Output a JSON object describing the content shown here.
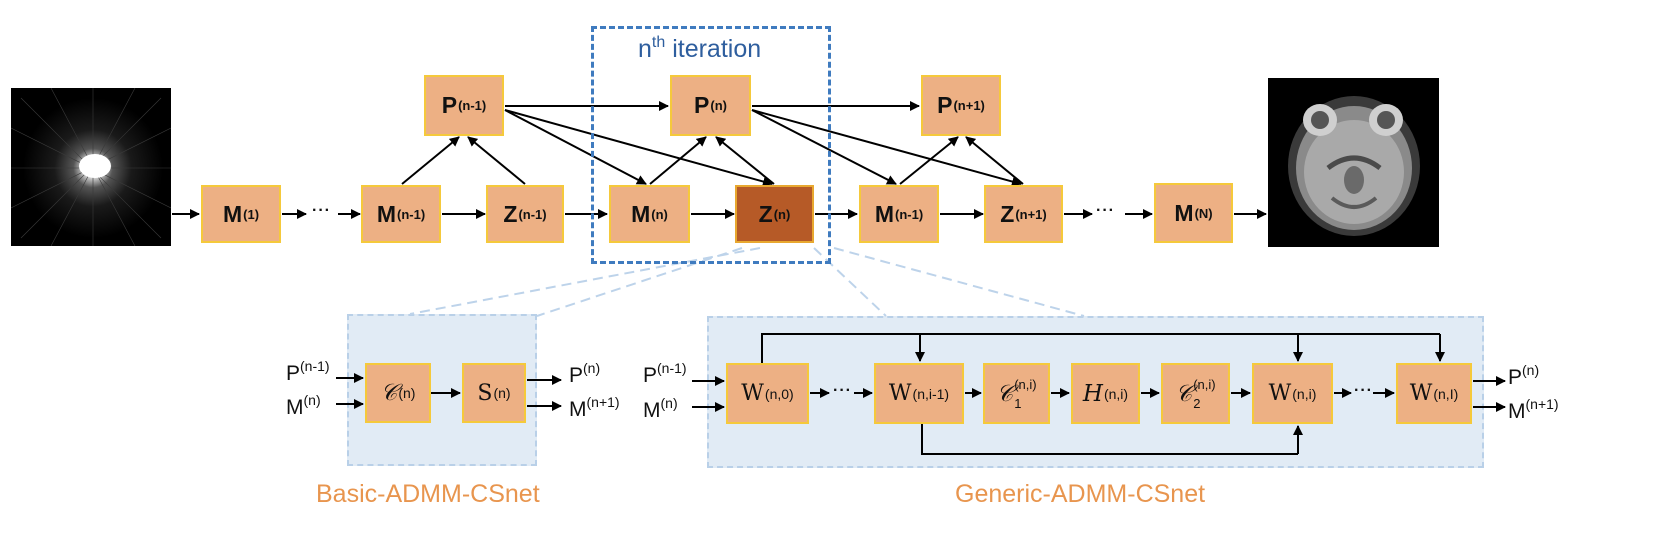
{
  "iteration": {
    "label": "iteration",
    "label_sup": "th",
    "label_pre": "n"
  },
  "top": {
    "boxes": [
      {
        "id": "m1",
        "base": "M",
        "sup": "(1)"
      },
      {
        "id": "mn1",
        "base": "M",
        "sup": "(n-1)"
      },
      {
        "id": "zn1",
        "base": "Z",
        "sup": "(n-1)"
      },
      {
        "id": "mn",
        "base": "M",
        "sup": "(n)"
      },
      {
        "id": "zn",
        "base": "Z",
        "sup": "(n)"
      },
      {
        "id": "mnext",
        "base": "M",
        "sup": "(n-1)"
      },
      {
        "id": "zn2",
        "base": "Z",
        "sup": "(n+1)"
      },
      {
        "id": "mN",
        "base": "M",
        "sup": "(N)"
      },
      {
        "id": "pn1",
        "base": "P",
        "sup": "(n-1)"
      },
      {
        "id": "pn",
        "base": "P",
        "sup": "(n)"
      },
      {
        "id": "pn2",
        "base": "P",
        "sup": "(n+1)"
      }
    ],
    "dots": "···"
  },
  "basic": {
    "caption": "Basic-ADMM-CSnet",
    "in_p": {
      "base": "P",
      "sup": "(n-1)"
    },
    "in_m": {
      "base": "M",
      "sup": "(n)"
    },
    "out_p": {
      "base": "P",
      "sup": "(n)"
    },
    "out_m": {
      "base": "M",
      "sup": "(n+1)"
    },
    "c_box": {
      "base": "𝒞",
      "sup": "(n)"
    },
    "s_box": {
      "base": "S",
      "sup": "(n)"
    }
  },
  "generic": {
    "caption": "Generic-ADMM-CSnet",
    "in_p": {
      "base": "P",
      "sup": "(n-1)"
    },
    "in_m": {
      "base": "M",
      "sup": "(n)"
    },
    "out_p": {
      "base": "P",
      "sup": "(n)"
    },
    "out_m": {
      "base": "M",
      "sup": "(n+1)"
    },
    "w0": {
      "base": "W",
      "sup": "(n,0)"
    },
    "wi1": {
      "base": "W",
      "sup": "(n,i-1)"
    },
    "c1": {
      "base": "𝒞",
      "sub": "1",
      "sup": "(n,i)"
    },
    "h": {
      "base": "H",
      "sup": "(n,i)"
    },
    "c2": {
      "base": "𝒞",
      "sub": "2",
      "sup": "(n,i)"
    },
    "wi": {
      "base": "W",
      "sup": "(n,i)"
    },
    "wI": {
      "base": "W",
      "sup": "(n,I)"
    },
    "dots": "···"
  },
  "colors": {
    "box_fill": "#EDB084",
    "box_border": "#F5C93B",
    "highlight_fill": "#B65A27",
    "iteration_border": "#3F7BBF",
    "panel_fill": "#E1EBF5",
    "caption": "#E8954E"
  }
}
